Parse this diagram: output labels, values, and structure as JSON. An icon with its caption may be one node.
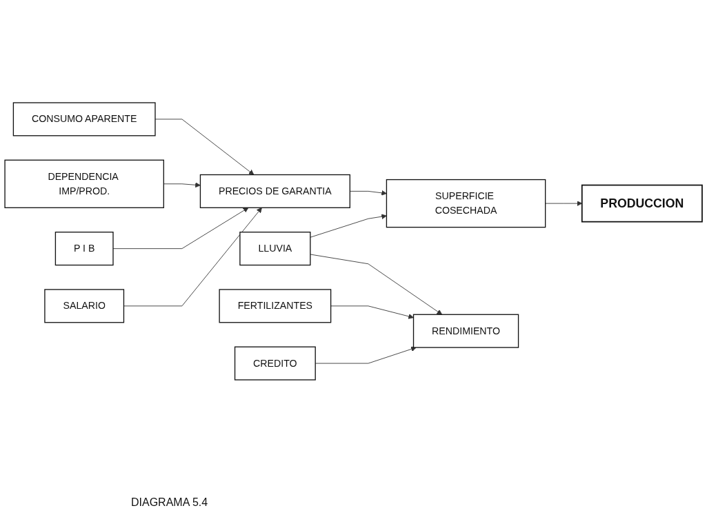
{
  "diagram": {
    "caption": "DIAGRAMA 5.4",
    "nodes": [
      {
        "text": [
          "CONSUMO APARENTE"
        ]
      },
      {
        "text": [
          "DEPENDENCIA IMP/PROD."
        ]
      },
      {
        "text": [
          "P I B"
        ]
      },
      {
        "text": [
          "PRECIOS DE GARANTIA"
        ]
      },
      {
        "text": [
          "SUPERFICIE COSECHADA"
        ]
      },
      {
        "text": [
          "PRODUCCION"
        ]
      },
      {
        "text": [
          "RENDIMIENTO"
        ]
      },
      {
        "text": [
          "SALARIO"
        ]
      },
      {
        "text": [
          "LLUVIA"
        ]
      },
      {
        "text": [
          "FERTILIZANTES"
        ]
      },
      {
        "text": [
          "CREDITO"
        ]
      }
    ],
    "edges": [
      {
        "from": 0,
        "to": 3,
        "arrow": "to"
      },
      {
        "from": 1,
        "to": 3,
        "arrow": "to"
      },
      {
        "from": 2,
        "to": 3,
        "arrow": "to"
      },
      {
        "from": 7,
        "to": 3,
        "arrow": "to"
      },
      {
        "from": 3,
        "to": 4,
        "arrow": "to"
      },
      {
        "from": 4,
        "to": 5,
        "arrow": "to"
      },
      {
        "from": 8,
        "to": 4,
        "arrow": "to"
      },
      {
        "from": 8,
        "to": 6,
        "arrow": "to"
      },
      {
        "from": 9,
        "to": 6,
        "arrow": "to"
      },
      {
        "from": 10,
        "to": 6,
        "arrow": "to"
      }
    ]
  }
}
